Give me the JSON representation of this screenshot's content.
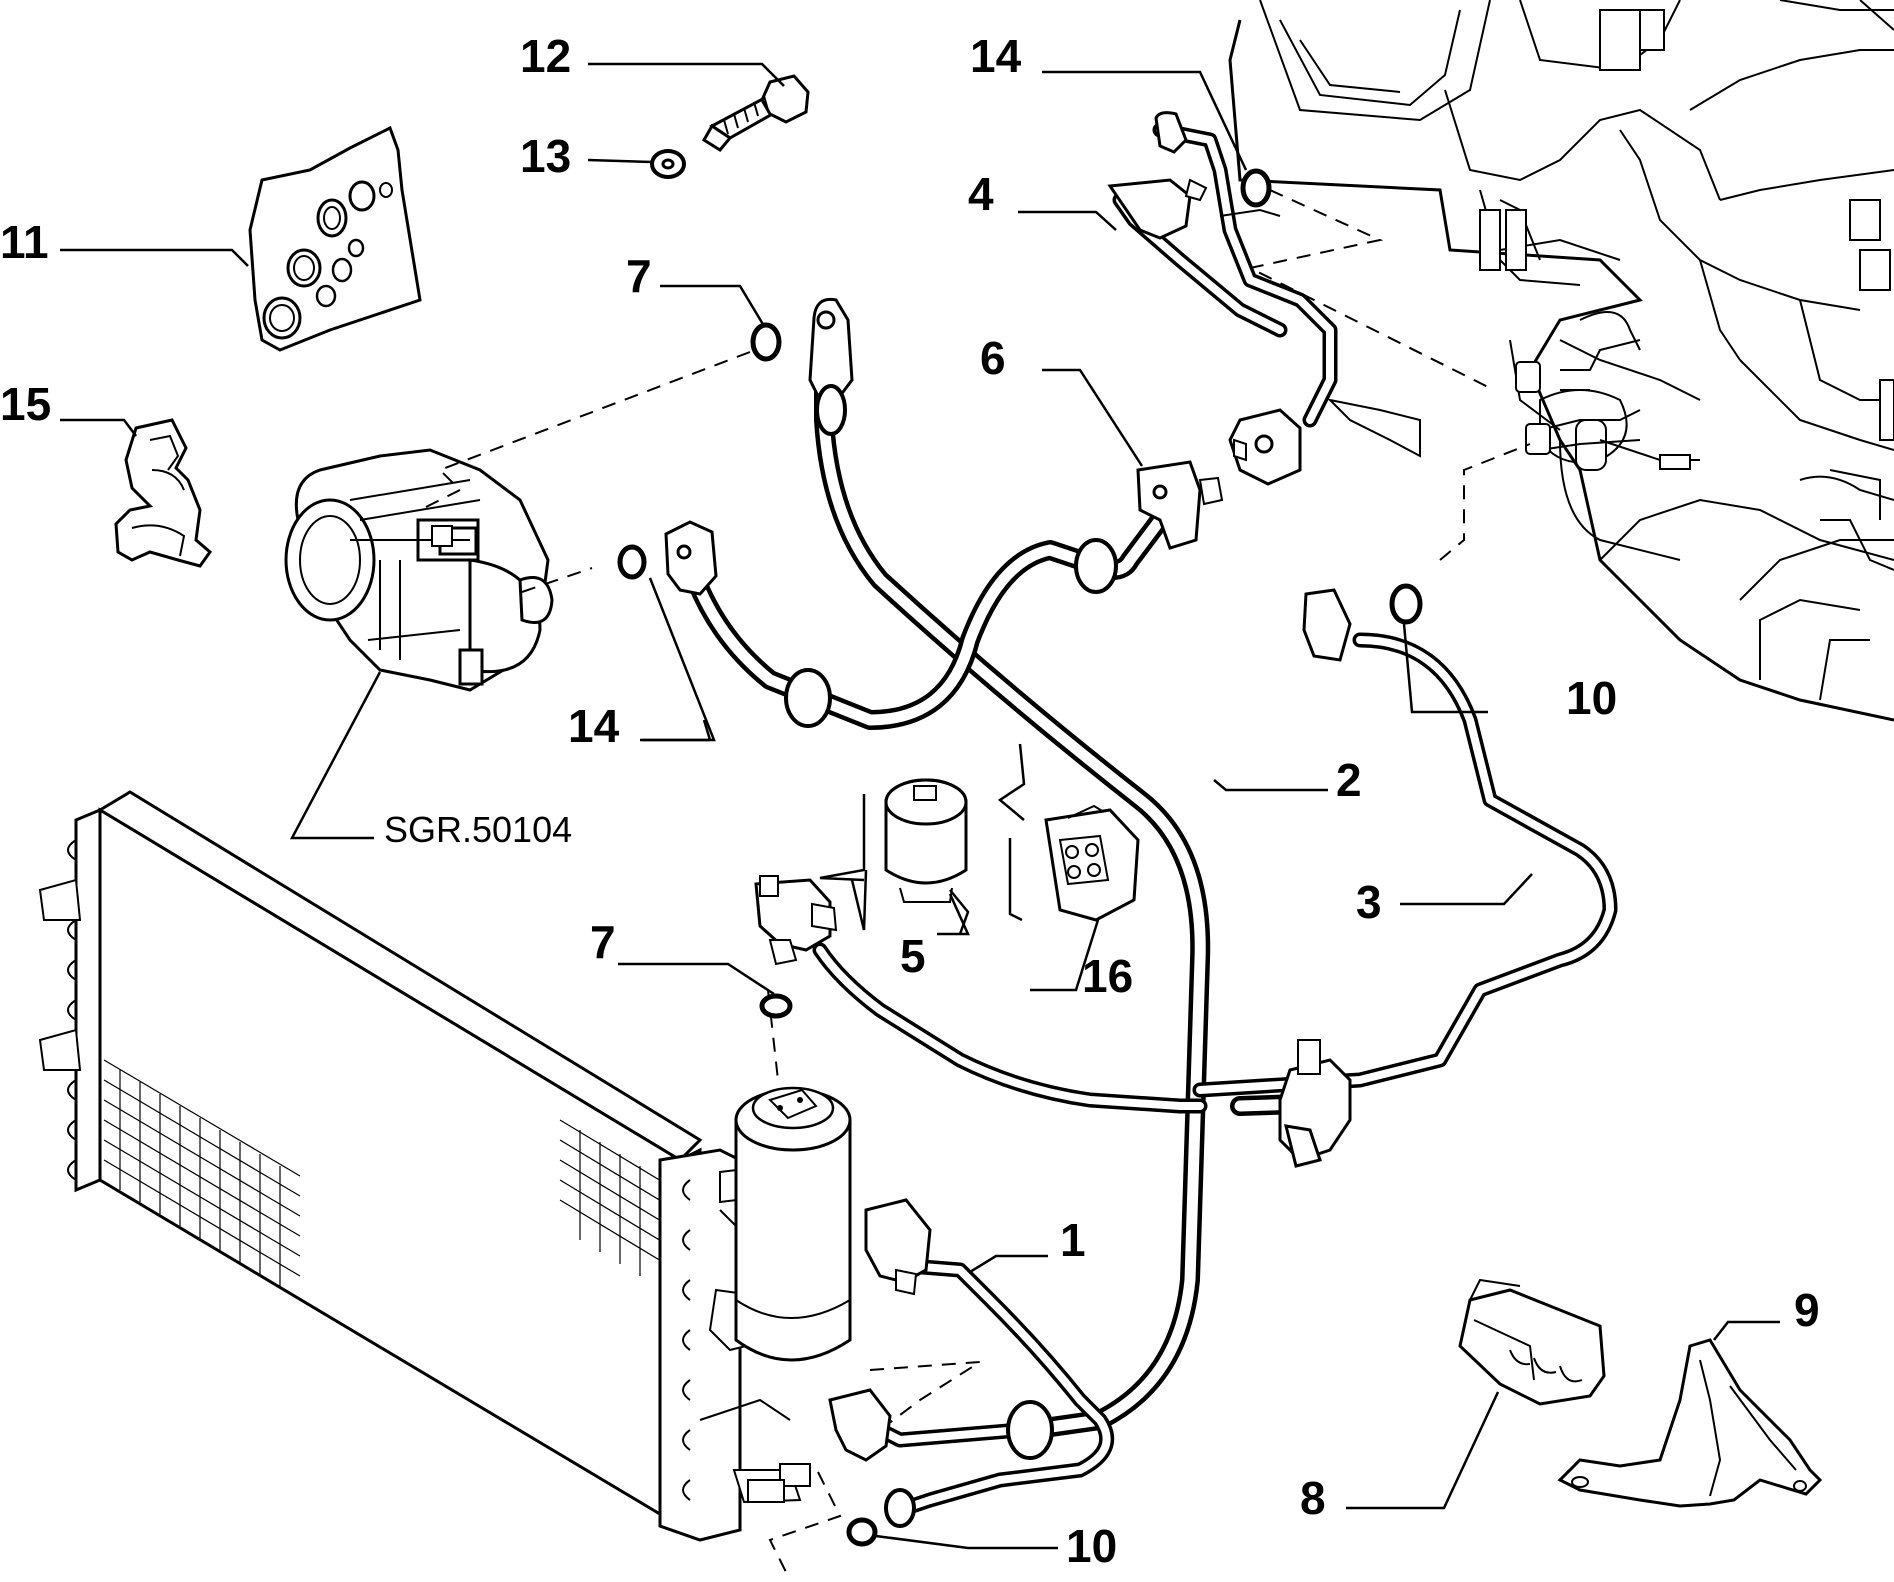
{
  "diagram": {
    "callouts": {
      "c12": "12",
      "c13": "13",
      "c11": "11",
      "c15": "15",
      "c7a": "7",
      "c14a": "14",
      "c4": "4",
      "c6": "6",
      "c14b": "14",
      "c10a": "10",
      "c2": "2",
      "c3": "3",
      "c5": "5",
      "c16": "16",
      "c7b": "7",
      "c1": "1",
      "c9": "9",
      "c8": "8",
      "c10b": "10"
    },
    "reference_code": "SGR.50104"
  }
}
